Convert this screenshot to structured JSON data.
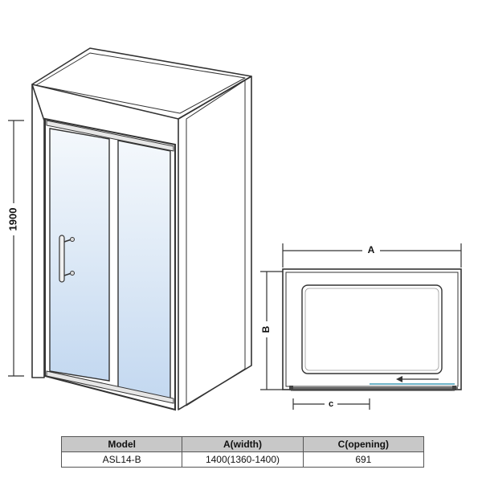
{
  "dimensions": {
    "height": "1900",
    "width_label": "A",
    "depth_label": "B",
    "opening_label": "c"
  },
  "table": {
    "headers": [
      "Model",
      "A(width)",
      "C(opening)"
    ],
    "rows": [
      [
        "ASL14-B",
        "1400(1360-1400)",
        "691"
      ]
    ]
  }
}
